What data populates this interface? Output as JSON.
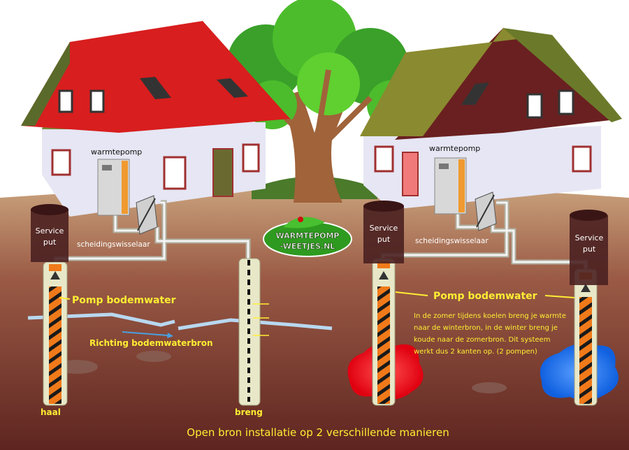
{
  "title": "Open bron installatie op 2 verschillende manieren",
  "logo": {
    "line1": "WARMTEPOMP",
    "line2": "-WEETJES.NL"
  },
  "left_system": {
    "heat_pump_label": "warmtepomp",
    "service_well_label_1": "Service",
    "service_well_label_2": "put",
    "exchanger_label": "scheidingswisselaar",
    "pump_label": "Pomp bodemwater",
    "flow_label": "Richting bodemwaterbron",
    "extraction_label": "haal",
    "injection_label": "breng"
  },
  "right_system": {
    "heat_pump_label": "warmtepomp",
    "service_well_a_label_1": "Service",
    "service_well_a_label_2": "put",
    "service_well_b_label_1": "Service",
    "service_well_b_label_2": "put",
    "exchanger_label": "scheidingswisselaar",
    "pump_label": "Pomp bodemwater",
    "description": [
      "In de zomer tijdens koelen breng je warmte",
      "naar de winterbron, in de winter breng je",
      "koude naar de zomerbron. Dit systeem",
      "werkt dus 2 kanten op. (2 pompen)"
    ]
  },
  "colors": {
    "text_accent": "#ffee33",
    "warm_source": "#e8101a",
    "cold_source": "#1a6ee8"
  }
}
